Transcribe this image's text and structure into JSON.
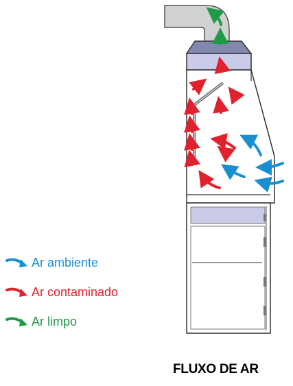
{
  "title": "FLUXO DE AR",
  "legend": [
    {
      "label": "Ar ambiente",
      "color": "#1a8fd0",
      "icon": "blue-arrow-icon"
    },
    {
      "label": "Ar contaminado",
      "color": "#e0222e",
      "icon": "red-arrow-icon"
    },
    {
      "label": "Ar limpo",
      "color": "#1f9a46",
      "icon": "green-arrow-icon"
    }
  ],
  "colors": {
    "duct": "#cfd1d2",
    "panel": "#c9cbe9",
    "outline": "#333333",
    "interior_line": "#9a9a9a"
  }
}
